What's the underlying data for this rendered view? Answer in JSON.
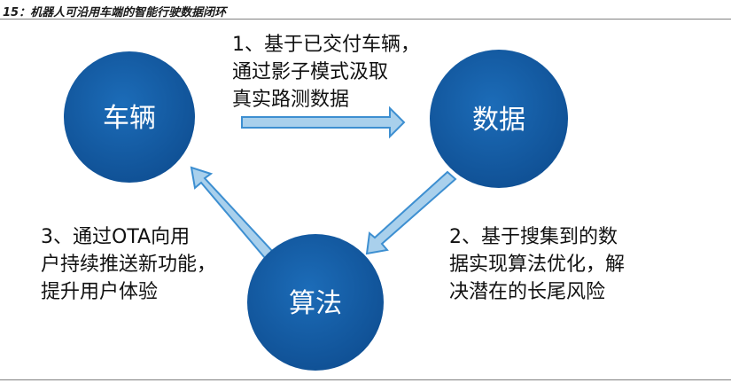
{
  "figure": {
    "title": "15：机器人可沿用车端的智能行驶数据闭环"
  },
  "nodes": {
    "vehicle": "车辆",
    "data": "数据",
    "algorithm": "算法"
  },
  "steps": {
    "step1": [
      "1、基于已交付车辆，",
      "通过影子模式汲取",
      "真实路测数据"
    ],
    "step2": [
      "2、基于搜集到的数",
      "据实现算法优化，解",
      "决潜在的长尾风险"
    ],
    "step3": [
      "3、通过OTA向用",
      "户持续推送新功能，",
      "提升用户体验"
    ]
  },
  "colors": {
    "node_fill": "#1560aa",
    "arrow_fill": "#a9d0ec",
    "arrow_stroke": "#3d8fd1"
  }
}
